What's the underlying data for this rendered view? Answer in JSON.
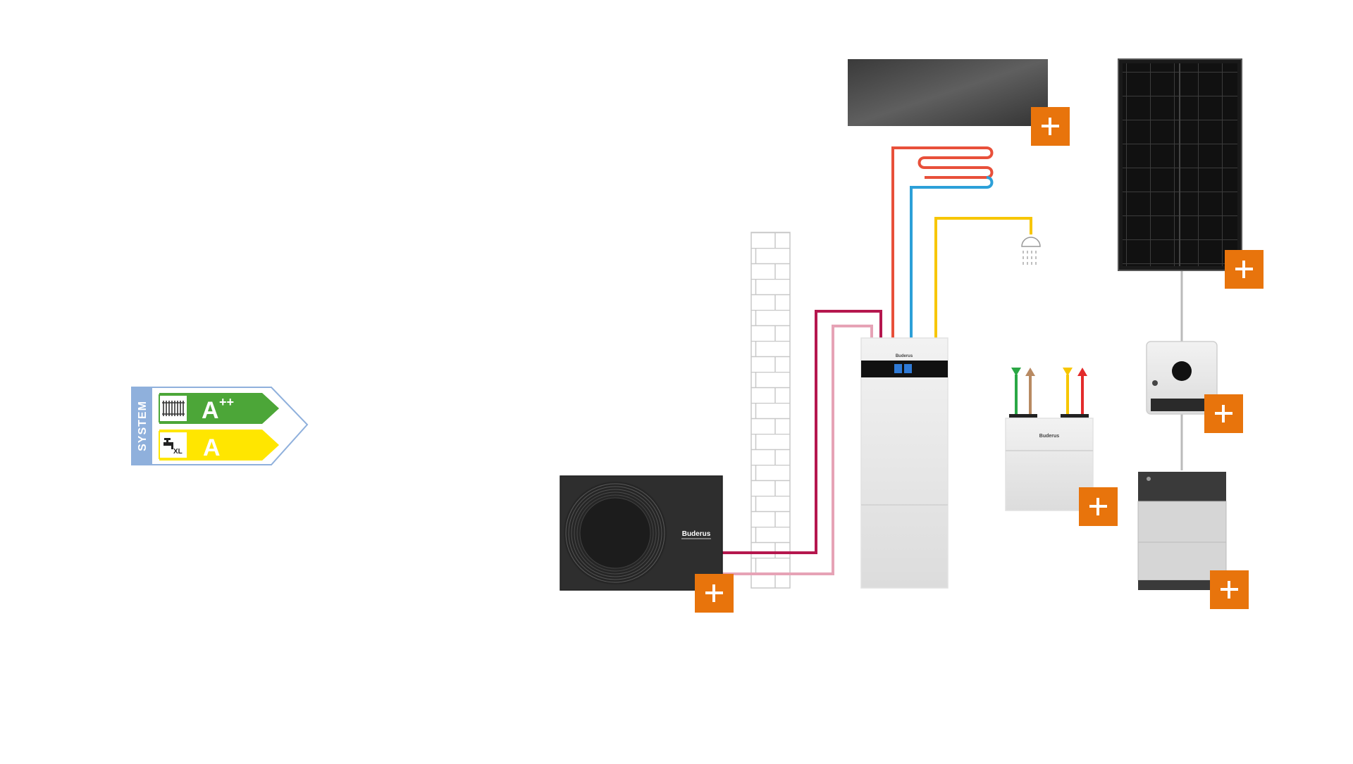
{
  "energy_label": {
    "side_label": "SYSTEM",
    "heating_class": "A",
    "heating_class_sup": "++",
    "water_class": "A",
    "water_profile": "XL"
  },
  "brand": {
    "outdoor_unit_logo": "Buderus",
    "indoor_unit_logo": "Buderus",
    "ventilation_logo": "Buderus"
  },
  "colors": {
    "accent": "#e8740c",
    "heating_flow": "#e8503a",
    "heating_return": "#2ca0d8",
    "hot_water": "#f7c600",
    "refrigerant_hot": "#b5174e",
    "refrigerant_cold": "#e6a3b6",
    "label_green": "#4ca638",
    "label_yellow": "#ffe600",
    "label_blue": "#8fb0dc"
  },
  "hotspots": [
    {
      "name": "radiator-plus-button",
      "icon": "plus-icon"
    },
    {
      "name": "solar-panel-plus-button",
      "icon": "plus-icon"
    },
    {
      "name": "inverter-plus-button",
      "icon": "plus-icon"
    },
    {
      "name": "ventilation-unit-plus-button",
      "icon": "plus-icon"
    },
    {
      "name": "battery-storage-plus-button",
      "icon": "plus-icon"
    },
    {
      "name": "outdoor-unit-plus-button",
      "icon": "plus-icon"
    }
  ]
}
